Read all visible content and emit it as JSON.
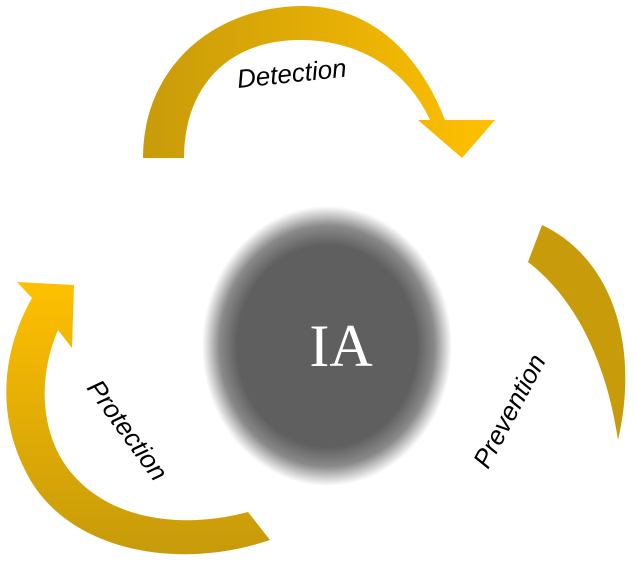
{
  "center": {
    "label": "IA",
    "color": "#5f5f5f"
  },
  "cycle": {
    "steps": [
      {
        "label": "Detection"
      },
      {
        "label": "Prevention"
      },
      {
        "label": "Protection"
      }
    ]
  },
  "colors": {
    "arrow_dark": "#c89b0a",
    "arrow_light": "#ffc000",
    "label_text": "#000000",
    "center_text": "#ffffff"
  }
}
